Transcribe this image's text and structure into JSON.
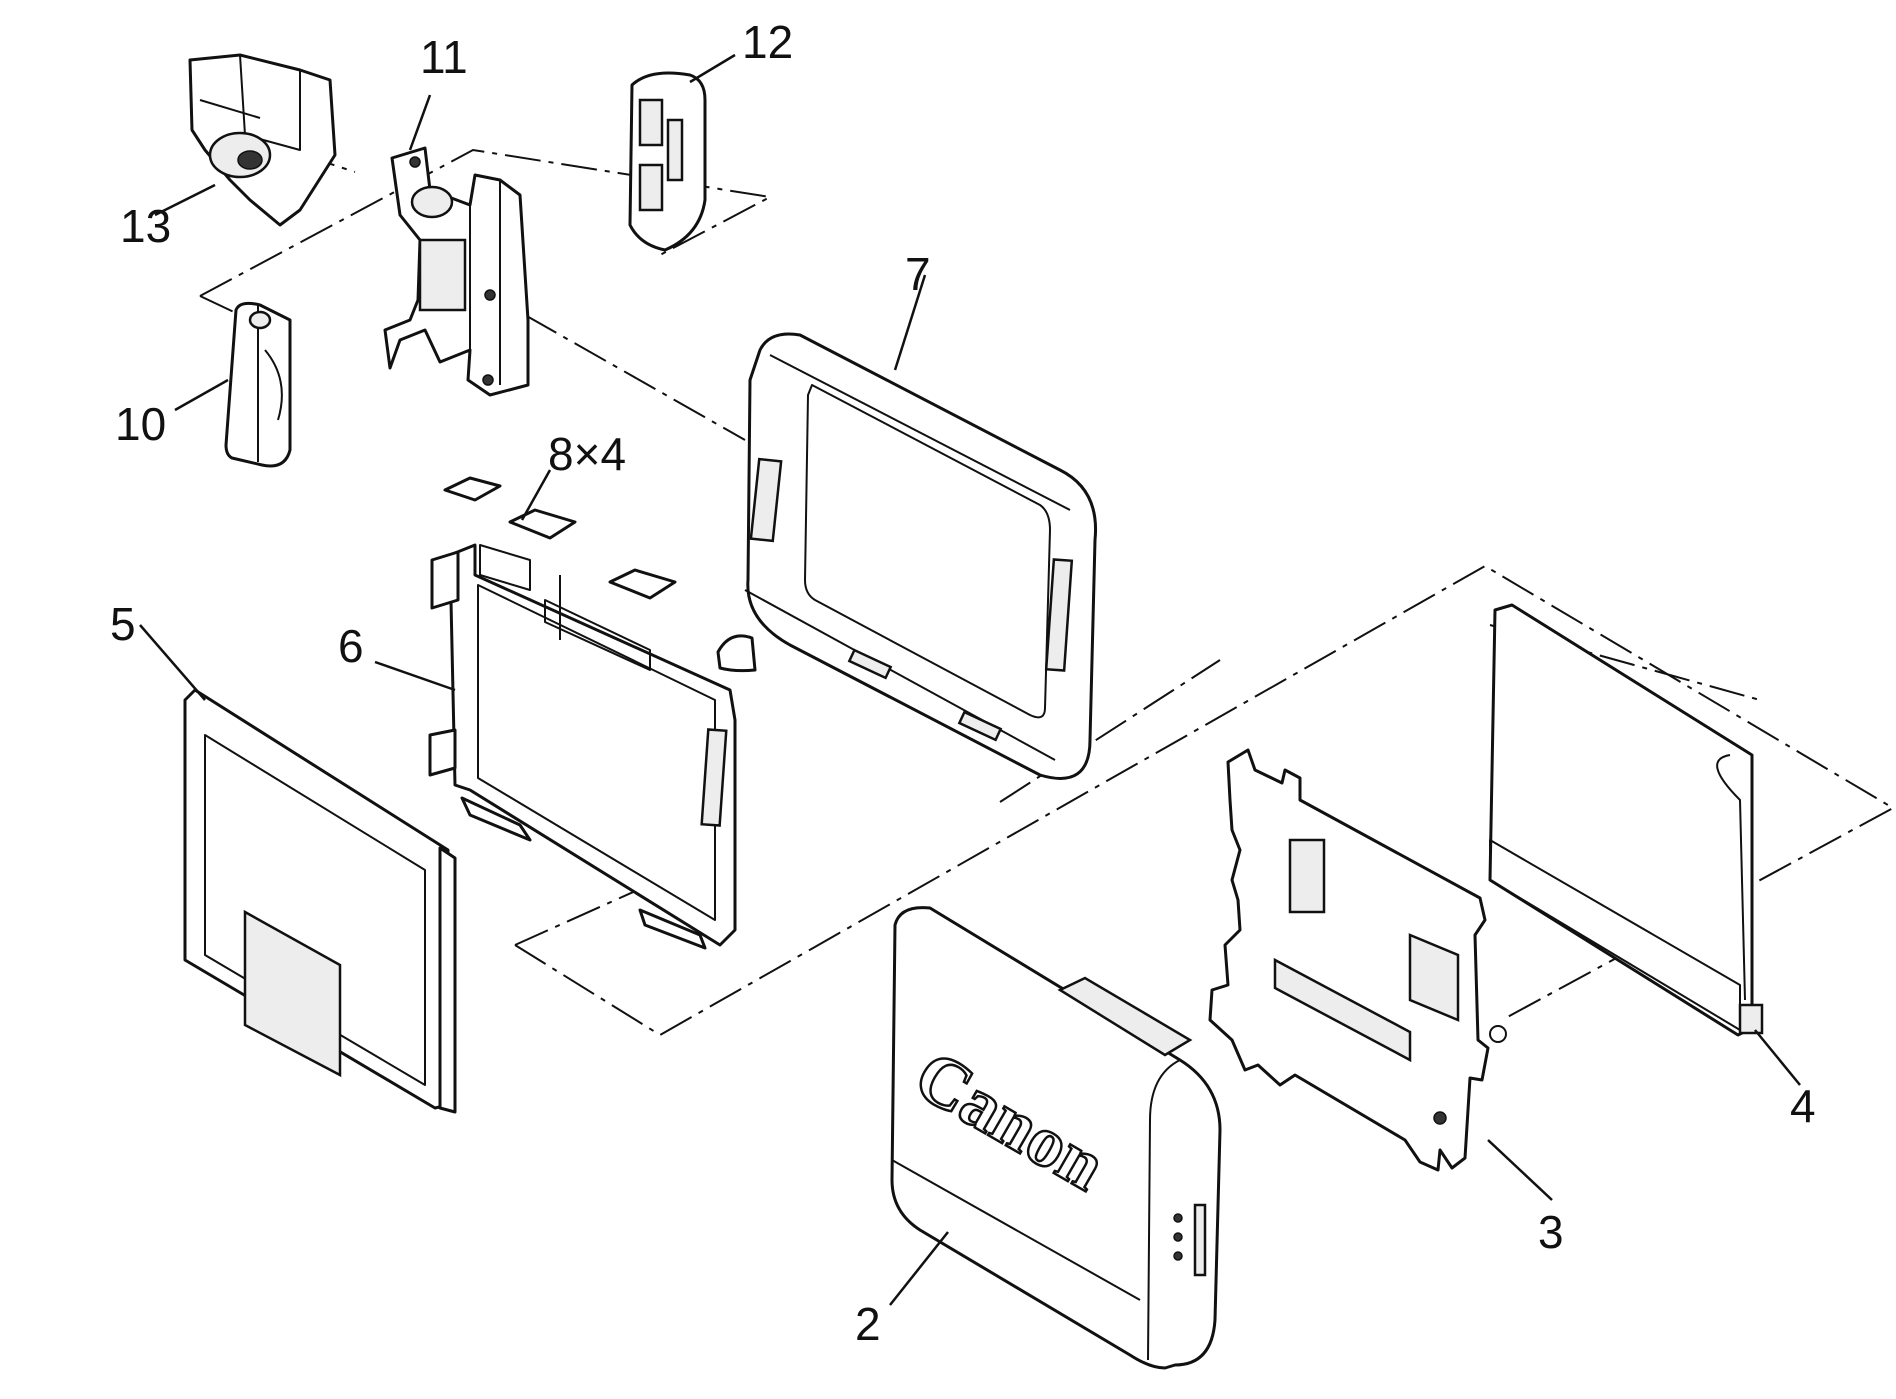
{
  "labels": {
    "p2": "2",
    "p3": "3",
    "p4": "4",
    "p5": "5",
    "p6": "6",
    "p7": "7",
    "p8": "8×4",
    "p10": "10",
    "p11": "11",
    "p12": "12",
    "p13": "13"
  },
  "brand": "Canon"
}
